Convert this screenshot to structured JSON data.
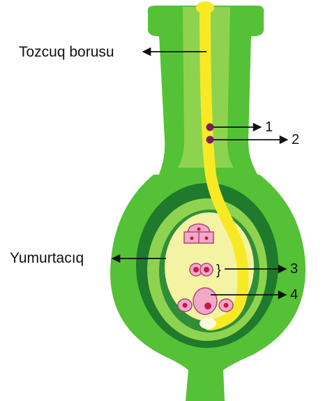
{
  "labels": {
    "pollen_tube": "Tozcuq borusu",
    "ovule": "Yumurtacıq",
    "n1": "1",
    "n2": "2",
    "n3": "3",
    "n4": "4"
  },
  "colors": {
    "outer_green": "#55c136",
    "light_green": "#8ed34f",
    "dark_green": "#1f7a2c",
    "pollen_tube_yellow": "#f7ea24",
    "embryo_sac": "#f4f3a3",
    "cell_pink": "#f1a9c7",
    "nucleus_red": "#c11a4b",
    "sperm_purple": "#7c1e59",
    "arrow": "#111111"
  }
}
